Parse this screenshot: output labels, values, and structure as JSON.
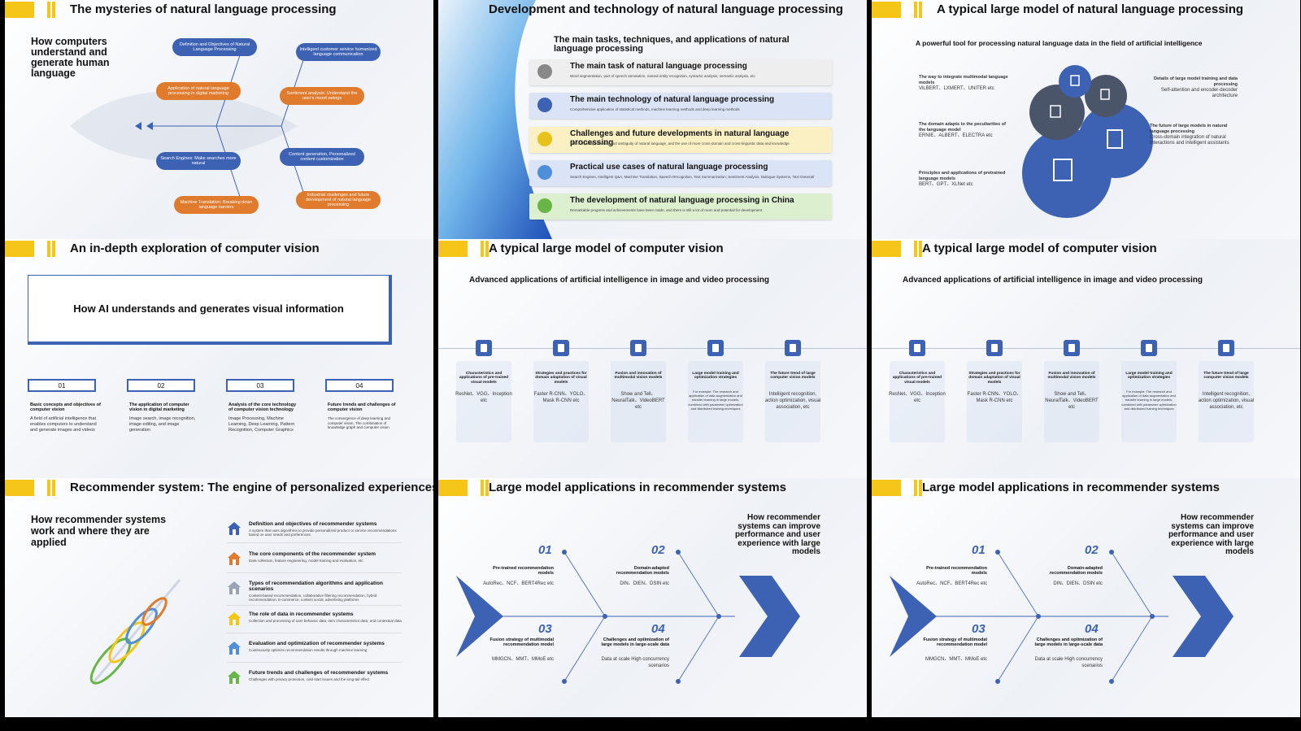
{
  "slides": {
    "s1": {
      "title": "The mysteries of natural language processing",
      "subtitle": "How computers understand and generate human language",
      "bubbles": [
        "Definition and Objectives of Natural Language Processing",
        "Intelligent customer service humanized language communication",
        "Application of natural language processing in digital marketing",
        "Sentiment analysis: Understand the user's mood swings",
        "Search Engines: Make searches more natural",
        "Content generation, Personalized content customization",
        "Machine Translation: Breaking down language barriers",
        "Industrial challenges and future development of natural language processing"
      ]
    },
    "s2": {
      "title": "Development and technology of natural language processing",
      "heading": "The main tasks, techniques, and applications of natural language processing",
      "rows": [
        {
          "title": "The main task of natural language processing",
          "desc": "Word segmentation, part of speech annotation, named entity recognition, syntactic analysis, semantic analysis, etc"
        },
        {
          "title": "The main technology of natural language processing",
          "desc": "Comprehensive application of statistical methods, machine learning methods and deep learning methods"
        },
        {
          "title": "Challenges and future developments in natural language processing",
          "desc": "The complexity, diversity and ambiguity of natural language, and the use of more cross-domain and cross-linguistic data and knowledge"
        },
        {
          "title": "Practical use cases of natural language processing",
          "desc": "Search Engines, Intelligent Q&A, Machine Translation, Speech Recognition, Text Summarization, Sentiment Analysis, Dialogue Systems, Text Generation, etc"
        },
        {
          "title": "The development of natural language processing in China",
          "desc": "Remarkable progress and achievements have been made, and there is still a lot of room and potential for development"
        }
      ]
    },
    "s3": {
      "title": "A typical large model of natural language processing",
      "subtitle": "A powerful tool for processing natural language data in the field of artificial intelligence",
      "left": [
        {
          "t": "The way to integrate multimodal language models",
          "d": "ViLBERT、LXMERT、UNITER etc"
        },
        {
          "t": "The domain adapts to the peculiarities of the language model",
          "d": "ERNIE、ALBERT、ELECTRA etc"
        },
        {
          "t": "Principles and applications of pretrained language models",
          "d": "BERT、GPT、XLNet etc"
        }
      ],
      "right": [
        {
          "t": "Details of large model training and data processing",
          "d": "Self-attention and encoder-decoder architecture"
        },
        {
          "t": "The future of large models in natural language processing",
          "d": "Cross-domain integration of natural interactions and intelligent assistants"
        }
      ]
    },
    "s4": {
      "title": "An in-depth exploration of computer vision",
      "box": "How AI understands and generates visual information",
      "cols": [
        {
          "n": "01",
          "t": "Basic concepts and objectives of computer vision",
          "d": "A field of artificial intelligence that enables computers to understand and generate images and videos"
        },
        {
          "n": "02",
          "t": "The application of computer vision in digital marketing",
          "d": "Image search, image recognition, image editing, and image generation"
        },
        {
          "n": "03",
          "t": "Analysis of the core technology of computer vision technology",
          "d": "Image Processing, Machine Learning, Deep Learning, Pattern Recognition, Computer Graphics"
        },
        {
          "n": "04",
          "t": "Future trends and challenges of computer vision",
          "d": "The convergence of deep learning and computer vision. The combination of knowledge graph and computer vision"
        }
      ]
    },
    "s5": {
      "title": "A typical large model of computer vision",
      "subtitle": "Advanced applications of artificial intelligence in image and video processing",
      "nodes": [
        {
          "t": "Characteristics and applications of pre-trained visual models",
          "d": "ResNet、VGG、Inception etc"
        },
        {
          "t": "Strategies and practices for domain adaptation of visual models",
          "d": "Faster R-CNN、YOLO、Mask R-CNN etc"
        },
        {
          "t": "Fusion and innovation of multimodal vision models",
          "d": "Show and Tell、NeuralTalk、VideoBERT etc"
        },
        {
          "t": "Large model training and optimization strategies",
          "d": "For example: The research and application of data augmentation and transfer learning in large models, combined with parameter optimization and distributed training techniques"
        },
        {
          "t": "The future trend of large computer vision models",
          "d": "Intelligent recognition, action optimization, visual association, etc"
        }
      ]
    },
    "s6": {
      "title": "A typical large model of computer vision",
      "subtitle": "Advanced applications of artificial intelligence in image and video processing"
    },
    "s7": {
      "title": "Recommender system: The engine of personalized experiences",
      "subtitle": "How recommender systems work and where they are applied",
      "items": [
        {
          "t": "Definition and objectives of recommender systems",
          "d": "A system that uses algorithms to provide personalized product or service recommendations based on user needs and preferences"
        },
        {
          "t": "The core components of the recommender system",
          "d": "Data collection, feature engineering, model training and evaluation, etc"
        },
        {
          "t": "Types of recommendation algorithms and application scenarios",
          "d": "Content-based recommendation, collaborative filtering recommendation, hybrid recommendation; E-commerce, content social, advertising platforms"
        },
        {
          "t": "The role of data in recommender systems",
          "d": "Collection and processing of user behavior data, item characteristics data, and contextual data"
        },
        {
          "t": "Evaluation and optimization of recommender systems",
          "d": "Continuously optimize recommendation results through machine learning"
        },
        {
          "t": "Future trends and challenges of recommender systems",
          "d": "Challenges with privacy protection, cold start issues and the long-tail effect"
        }
      ]
    },
    "s8": {
      "title": "Large model applications in recommender systems",
      "side": "How recommender systems can improve performance and user experience with large models",
      "parts": [
        {
          "n": "01",
          "t": "Pre-trained recommendation models",
          "d": "AutoRec、NCF、BERT4Rec etc"
        },
        {
          "n": "02",
          "t": "Domain-adapted recommendation models",
          "d": "DIN、DIEN、DSIN etc"
        },
        {
          "n": "03",
          "t": "Fusion strategy of multimodal recommendation model",
          "d": "MMGCN、MMT、MMoE etc"
        },
        {
          "n": "04",
          "t": "Challenges and optimization of large models in large-scale data",
          "d": "Data at scale High concurrency scenarios"
        }
      ]
    },
    "s9": {
      "title": "Large model applications in recommender systems",
      "side": "How recommender systems can improve performance and user experience with large models"
    }
  },
  "colors": {
    "accent_blue": "#3d62b3",
    "accent_orange": "#e07a2c",
    "accent_yellow": "#f5c518"
  }
}
